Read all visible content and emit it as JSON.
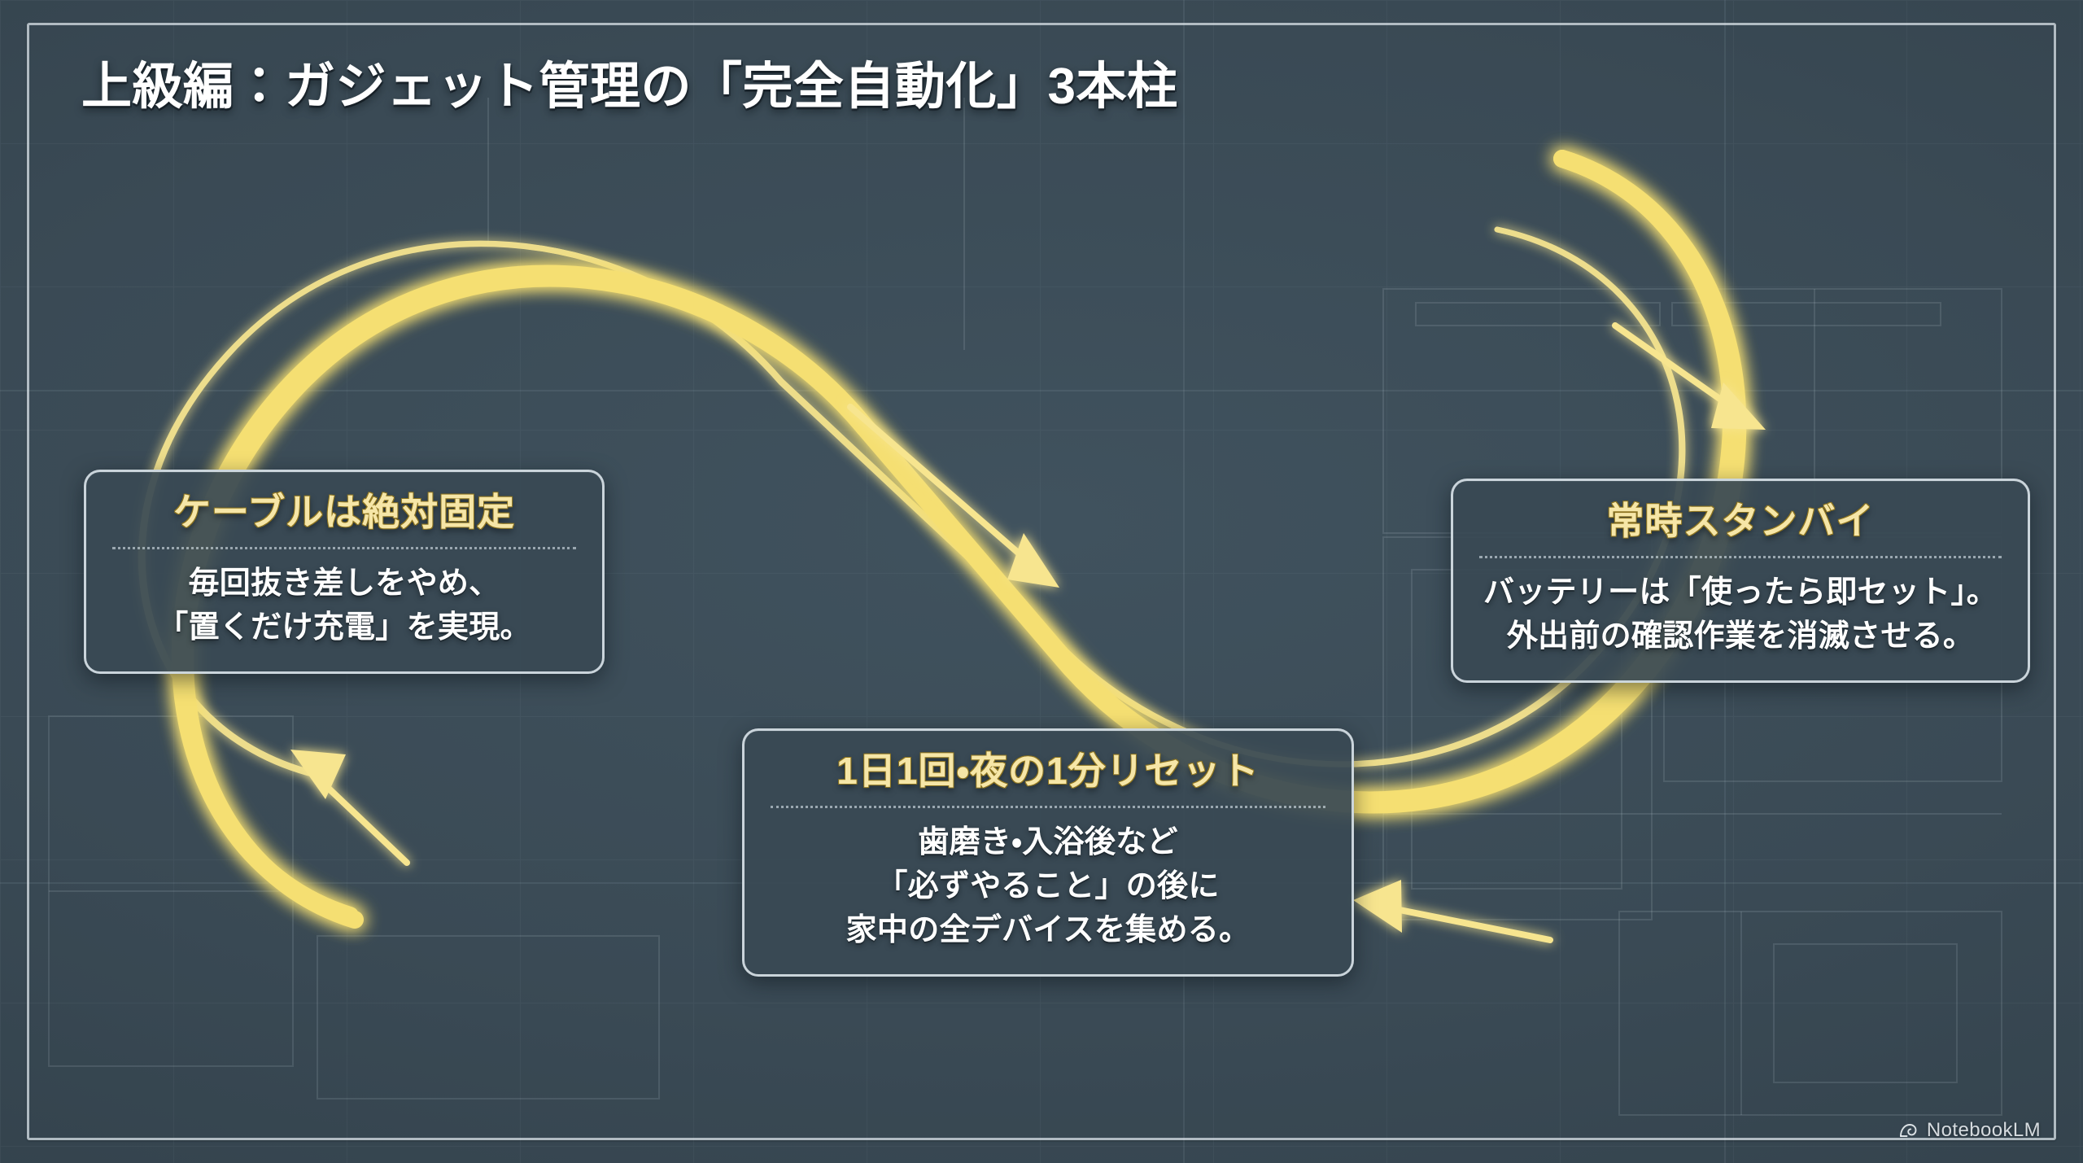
{
  "slide": {
    "title": "上級編：ガジェット管理の「完全自動化」3本柱",
    "background_color": "#3a4a55",
    "accent_color": "#f6e6a7",
    "loop_color": "#f5df7a",
    "frame_color": "#e1e9ee"
  },
  "cards": [
    {
      "id": "cable",
      "title": "ケーブルは絶対固定",
      "body_lines": [
        "毎回抜き差しをやめ、",
        "「置くだけ充電」を実現。"
      ]
    },
    {
      "id": "reset",
      "title": "1日1回・夜の1分リセット",
      "body_lines": [
        "歯磨き・入浴後など",
        "「必ずやること」の後に",
        "家中の全デバイスを集める。"
      ]
    },
    {
      "id": "standby",
      "title": "常時スタンバイ",
      "body_lines": [
        "バッテリーは「使ったら即セット」。",
        "外出前の確認作業を消滅させる。"
      ]
    }
  ],
  "diagram": {
    "shape": "infinity-loop",
    "stroke_color": "#f5df7a",
    "arrow_count": 4,
    "arrow_labels": [
      "arrow-top-right-inbound",
      "arrow-center-descending",
      "arrow-bottom-left-outbound",
      "arrow-bottom-right-returning"
    ]
  },
  "watermark": {
    "icon": "notebooklm-spiral-icon",
    "label": "NotebookLM"
  }
}
